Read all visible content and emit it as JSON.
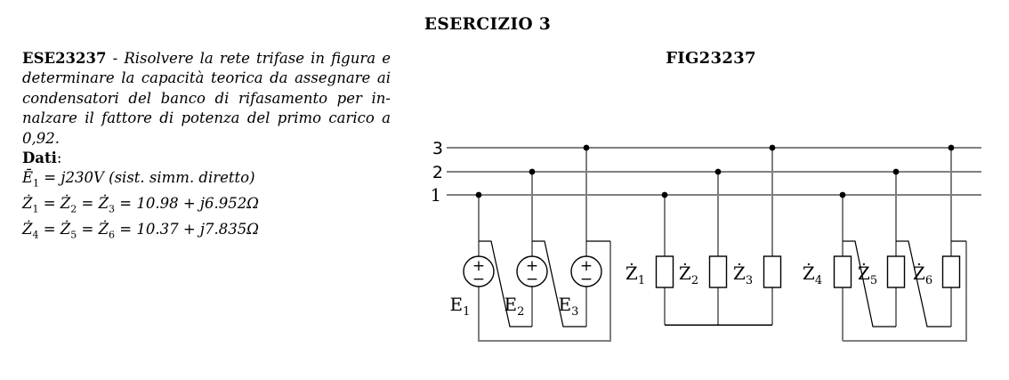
{
  "page": {
    "title": "ESERCIZIO 3"
  },
  "problem": {
    "code": "ESE23237",
    "dash": " - ",
    "line1": "Risolvere la rete trifase in figura e",
    "line2": "determinare la capacità teorica da assegnare ai",
    "line3": "condensatori del banco di rifasamento per in-",
    "line4": "nalzare il fattore di potenza del primo carico a",
    "line5": "0,92.",
    "dati_label": "Dati",
    "colon": ":",
    "given": [
      "Ē_1 = j230V (sist. simm. diretto)",
      "Ż_1 = Ż_2 = Ż_3 = 10.98 + j6.952Ω",
      "Ż_4 = Ż_5 = Ż_6 = 10.37 + j7.835Ω"
    ]
  },
  "figure": {
    "title": "FIG23237",
    "bus_labels": [
      "3",
      "2",
      "1"
    ],
    "source_plus": "+",
    "source_minus": "−",
    "sources": [
      {
        "name": "E",
        "sub": "1"
      },
      {
        "name": "E",
        "sub": "2"
      },
      {
        "name": "E",
        "sub": "3"
      }
    ],
    "impedances": [
      {
        "name": "Ż",
        "sub": "1"
      },
      {
        "name": "Ż",
        "sub": "2"
      },
      {
        "name": "Ż",
        "sub": "3"
      },
      {
        "name": "Ż",
        "sub": "4"
      },
      {
        "name": "Ż",
        "sub": "5"
      },
      {
        "name": "Ż",
        "sub": "6"
      }
    ],
    "colors": {
      "wire_gray": "#7e7e7e",
      "line_black": "#000000"
    }
  }
}
